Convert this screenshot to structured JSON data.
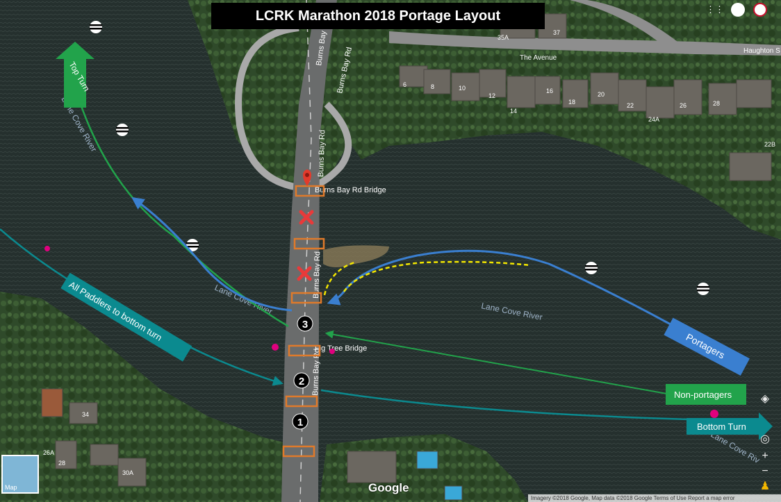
{
  "title": "LCRK Marathon 2018 Portage Layout",
  "map_labels": {
    "bridge_north": "Burns Bay Rd Bridge",
    "bridge_south": "Fig Tree Bridge",
    "road_1": "Burns Bay Rd",
    "road_2": "Burns Bay Rd",
    "road_3": "Burns Bay Rd",
    "road_4": "Burns Bay Rd",
    "road_5": "Burns Bay Rd",
    "street_avenue": "The Avenue",
    "street_haughton": "Haughton S",
    "river_1": "Lane Cove River",
    "river_2": "Lane Cove River",
    "river_3": "Lane Cove River",
    "river_4": "Lane Cove Riv"
  },
  "house_numbers": [
    "6",
    "8",
    "10",
    "12",
    "14",
    "16",
    "18",
    "20",
    "22",
    "24A",
    "26",
    "28",
    "35A",
    "37",
    "22B",
    "34",
    "26A",
    "28",
    "30A"
  ],
  "annotations": {
    "top_turn": "Top Turn",
    "all_paddlers": "All Paddlers to bottom turn",
    "portagers": "Portagers",
    "non_portagers": "Non-portagers",
    "bottom_turn": "Bottom Turn"
  },
  "markers": [
    "1",
    "2",
    "3"
  ],
  "map_ui": {
    "map_type": "Map",
    "attribution": "Google",
    "footer": "Imagery ©2018 Google, Map data ©2018 Google   Terms of Use   Report a map error"
  },
  "colors": {
    "route_green": "#22a34b",
    "route_teal": "#0b8a8f",
    "route_blue": "#3a7fd0",
    "dashed_yellow": "#f2e600",
    "portage_box": "#e07a2a",
    "cross": "#e83a3a",
    "dot": "#e0007e"
  }
}
